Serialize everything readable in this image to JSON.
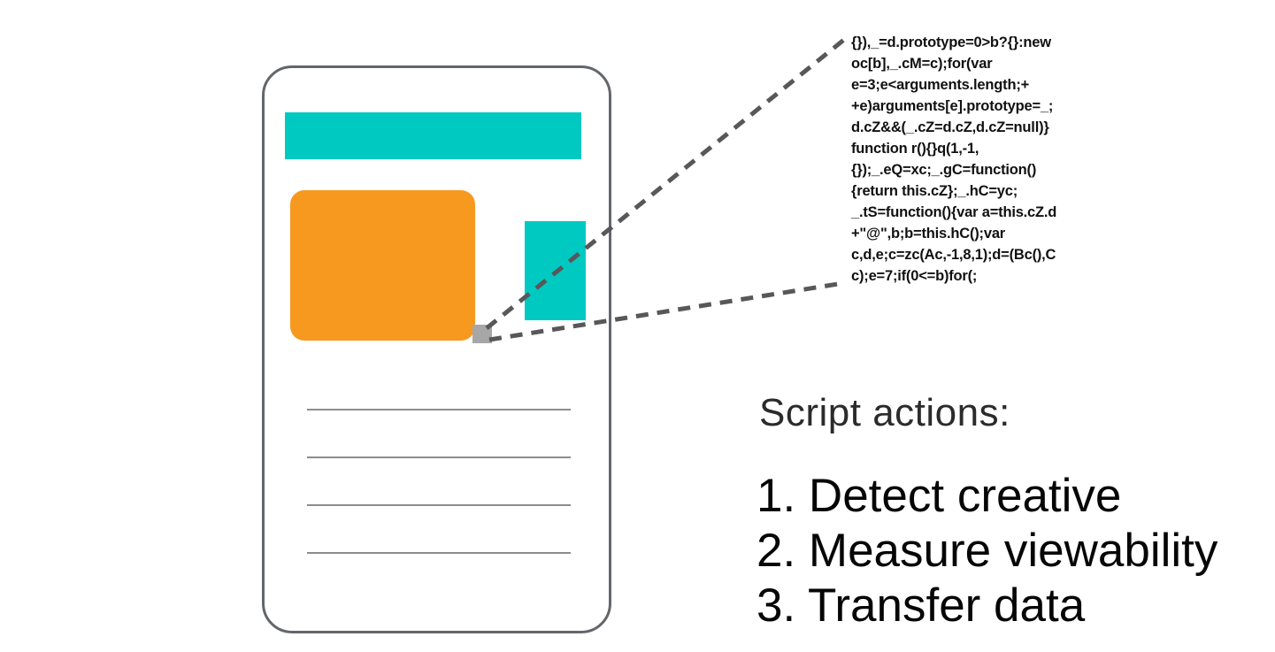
{
  "diagram": {
    "callout": {
      "code_snippet": "{}),_=d.prototype=0>b?{}:new\noc[b],_.cM=c);for(var\ne=3;e<arguments.length;+\n+e)arguments[e].prototype=_;\nd.cZ&&(_.cZ=d.cZ,d.cZ=null)}\nfunction r(){}q(1,-1,\n{});_.eQ=xc;_.gC=function()\n{return this.cZ};_.hC=yc;\n_.tS=function(){var a=this.cZ.d\n+\"@\",b;b=this.hC();var\nc,d,e;c=zc(Ac,-1,8,1);d=(Bc(),C\nc);e=7;if(0<=b)for(;"
    },
    "script_actions": {
      "heading": "Script actions:",
      "items": [
        "1. Detect creative",
        "2. Measure viewability",
        "3. Transfer data"
      ]
    },
    "colors": {
      "teal_block": "#00C9C1",
      "orange_creative": "#F7991F",
      "script_marker_gray": "#A7A7A7",
      "dashed_line": "#58585A",
      "phone_border": "#63666A",
      "text_line_gray": "#8A8D90"
    }
  }
}
